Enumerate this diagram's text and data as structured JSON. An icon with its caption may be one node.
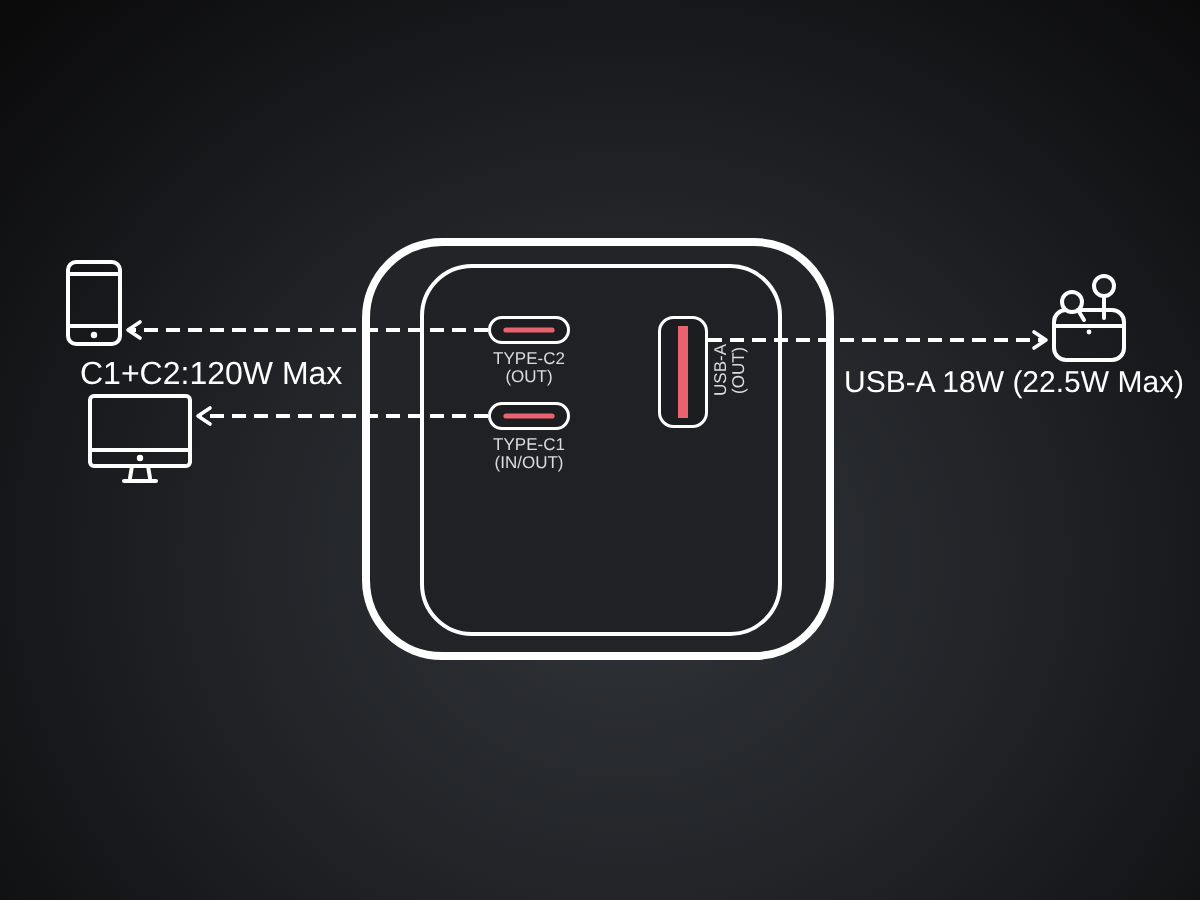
{
  "diagram": {
    "nodes": [
      {
        "text": [],
        "shape": "box"
      },
      {
        "text": [],
        "shape": "box",
        "in": 0
      },
      {
        "text": [
          "TYPE-C2 (OUT)"
        ],
        "in": 1
      },
      {
        "text": [
          "TYPE-C1 (IN/OUT)"
        ],
        "in": 1
      },
      {
        "text": [
          "USB-A (OUT)"
        ],
        "in": 1
      },
      {
        "text": [],
        "shape": "picture"
      },
      {
        "text": [],
        "shape": "picture"
      },
      {
        "text": [],
        "shape": "picture"
      }
    ],
    "edges": [
      {
        "from": 2,
        "to": 5,
        "arrow": "to",
        "style": "dashed"
      },
      {
        "from": 3,
        "to": 6,
        "arrow": "to",
        "style": "dashed"
      },
      {
        "from": 4,
        "to": 7,
        "arrow": "to",
        "style": "dashed"
      }
    ],
    "labels": [
      "C1+C2:120W Max",
      "USB-A 18W (22.5W Max)"
    ]
  }
}
